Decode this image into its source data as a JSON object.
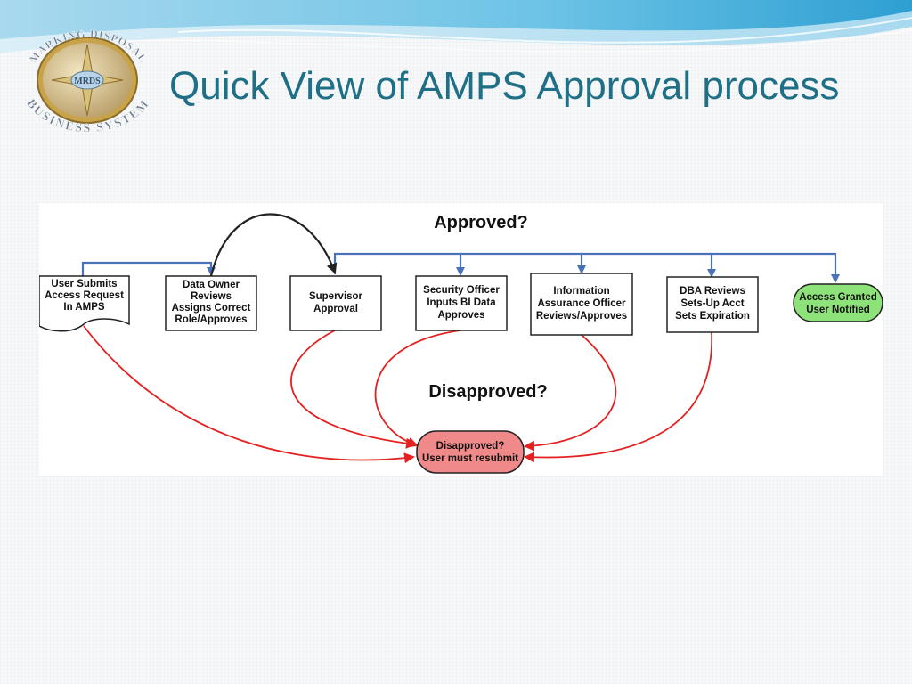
{
  "slide": {
    "title": "Quick View of AMPS Approval process",
    "logo_lines": [
      "MARKING DISPOSAL",
      "BUSINESS SYSTEM"
    ],
    "logo_center": "MRDS"
  },
  "diagram": {
    "approved_label": "Approved?",
    "disapproved_label": "Disapproved?",
    "nodes": {
      "user_submits": [
        "User Submits",
        "Access Request",
        "In AMPS"
      ],
      "data_owner": [
        "Data Owner",
        "Reviews",
        "Assigns Correct",
        "Role/Approves"
      ],
      "supervisor": [
        "Supervisor",
        "Approval"
      ],
      "security_officer": [
        "Security Officer",
        "Inputs BI Data",
        "Approves"
      ],
      "info_assurance": [
        "Information",
        "Assurance Officer",
        "Reviews/Approves"
      ],
      "dba": [
        "DBA Reviews",
        "Sets-Up Acct",
        "Sets Expiration"
      ],
      "access_granted": [
        "Access Granted",
        "User Notified"
      ],
      "disapproved_end": [
        "Disapproved?",
        "User must resubmit"
      ]
    },
    "colors": {
      "approved_flow": "#4a72b8",
      "disapproved_flow": "#e52020",
      "granted_fill": "#8ee27a",
      "rejected_fill": "#f08a8a",
      "title_color": "#1f6f86"
    }
  }
}
